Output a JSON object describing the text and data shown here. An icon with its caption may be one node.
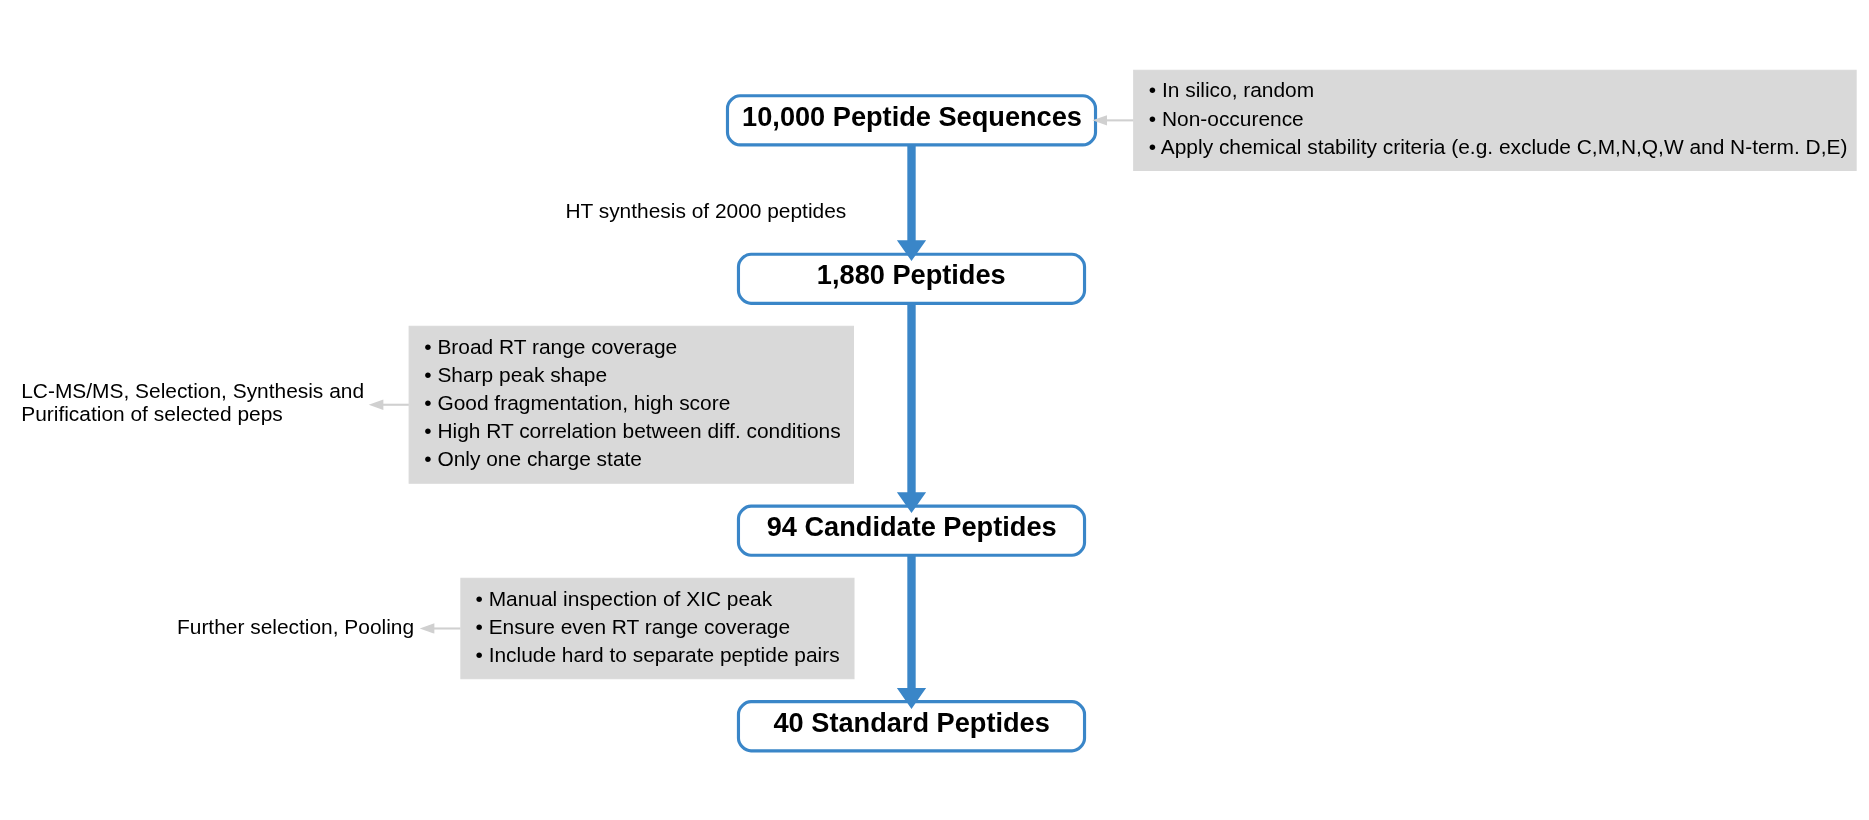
{
  "diagram": {
    "nodes": [
      {
        "text": [
          "10,000 Peptide Sequences"
        ]
      },
      {
        "text": [
          "• In silico, random",
          "• Non-occurence",
          "• Apply chemical stability criteria (e.g. exclude C,M,N,Q,W and N-term. D,E)"
        ]
      },
      {
        "text": [
          "HT synthesis of 2000 peptides"
        ]
      },
      {
        "text": [
          "1,880 Peptides"
        ]
      },
      {
        "text": [
          "LC-MS/MS, Selection, Synthesis and Purification of selected peps"
        ]
      },
      {
        "text": [
          "• Broad RT range coverage",
          "• Sharp peak shape",
          "• Good fragmentation, high score",
          "• High RT correlation between diff. conditions",
          "• Only one charge state"
        ]
      },
      {
        "text": [
          "94 Candidate Peptides"
        ]
      },
      {
        "text": [
          "Further selection, Pooling"
        ]
      },
      {
        "text": [
          "• Manual inspection of XIC peak",
          "• Ensure even RT range coverage",
          "• Include hard to separate peptide pairs"
        ]
      },
      {
        "text": [
          "40 Standard Peptides"
        ]
      }
    ],
    "edges": [
      {
        "from": 1,
        "to": 0,
        "arrow": "to",
        "color": "#d0d0d0"
      },
      {
        "from": 0,
        "to": 3,
        "arrow": "to",
        "style": "thick",
        "color": "#3a86c8"
      },
      {
        "from": 5,
        "to": 4,
        "arrow": "to",
        "color": "#d0d0d0"
      },
      {
        "from": 3,
        "to": 6,
        "arrow": "to",
        "style": "thick",
        "color": "#3a86c8"
      },
      {
        "from": 8,
        "to": 7,
        "arrow": "to",
        "color": "#d0d0d0"
      },
      {
        "from": 6,
        "to": 9,
        "arrow": "to",
        "style": "thick",
        "color": "#3a86c8"
      }
    ]
  }
}
